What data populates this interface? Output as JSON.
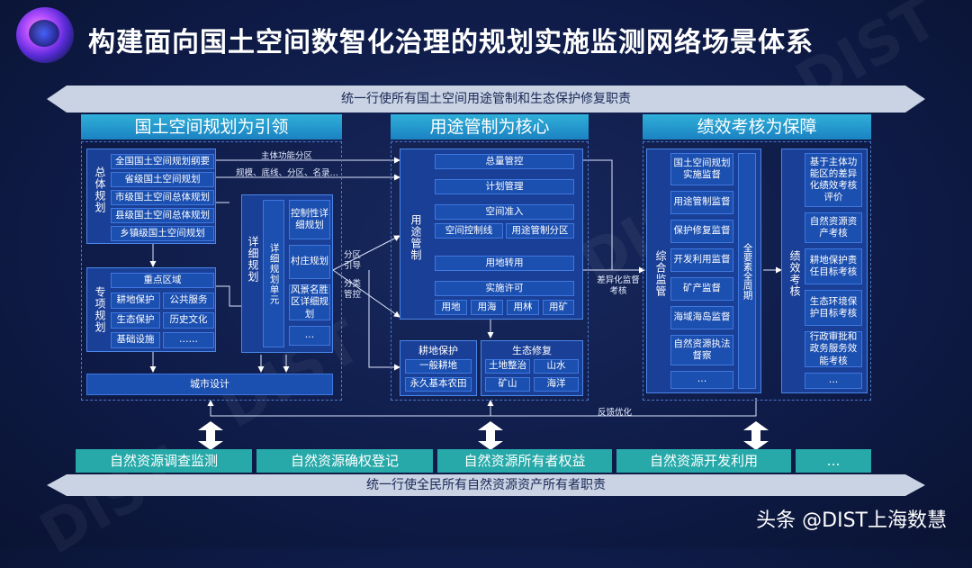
{
  "title": "构建面向国土空间数智化治理的规划实施监测网络场景体系",
  "top_banner": "统一行使所有国土空间用途管制和生态保护修复职责",
  "bottom_banner": "统一行使全民所有自然资源资产所有者职责",
  "headers": {
    "left": "国土空间规划为引领",
    "middle": "用途管制为核心",
    "right": "绩效考核为保障"
  },
  "left": {
    "overall_label": "总体规划",
    "overall_items": [
      "全国国土空间规划纲要",
      "省级国土空间规划",
      "市级国土空间总体规划",
      "县级国土空间总体规划",
      "乡镇级国土空间规划"
    ],
    "special_label": "专项规划",
    "special_top": "重点区域",
    "special_grid": [
      "耕地保护",
      "公共服务",
      "生态保护",
      "历史文化",
      "基础设施",
      "……"
    ],
    "detail_label": "详细规划",
    "detail_unit": "详细规划单元",
    "detail_items": [
      "控制性详细规划",
      "村庄规划",
      "风景名胜区详细规划",
      "…"
    ],
    "city_design": "城市设计"
  },
  "links": {
    "main_zone": "主体功能分区",
    "scale": "规模、底线、分区、名录…",
    "zoning": "分区引导",
    "classify": "分类管控",
    "diff": "差异化监督考核",
    "feedback": "反馈优化"
  },
  "middle": {
    "label": "用途管制",
    "rows": [
      "总量管控",
      "计划管理",
      "空间准入"
    ],
    "pair": [
      "空间控制线",
      "用途管制分区"
    ],
    "rows2": [
      "用地转用",
      "实施许可"
    ],
    "quad": [
      "用地",
      "用海",
      "用林",
      "用矿"
    ],
    "farm_title": "耕地保护",
    "farm_items": [
      "一般耕地",
      "永久基本农田"
    ],
    "eco_title": "生态修复",
    "eco_items": [
      "土地整治",
      "山水",
      "矿山",
      "海洋"
    ]
  },
  "right": {
    "monitor_label": "综合监管",
    "monitor_items": [
      "国土空间规划实施监督",
      "用途管制监督",
      "保护修复监督",
      "开发利用监督",
      "矿产监督",
      "海域海岛监督",
      "自然资源执法督察",
      "…"
    ],
    "factor_label": "全要素全周期",
    "assess_label": "绩效考核",
    "assess_items": [
      "基于主体功能区的差异化绩效考核评价",
      "自然资源资产考核",
      "耕地保护责任目标考核",
      "生态环境保护目标考核",
      "行政审批和政务服务效能考核",
      "…"
    ]
  },
  "bottom": [
    "自然资源调查监测",
    "自然资源确权登记",
    "自然资源所有者权益",
    "自然资源开发利用",
    "…"
  ],
  "credit": "头条 @DIST上海数慧",
  "watermark": "DIST",
  "colors": {
    "panel": "#1b4fb0",
    "header": "#2fb0d9",
    "teal": "#27a9a9",
    "banner": "#c9d3e4"
  }
}
